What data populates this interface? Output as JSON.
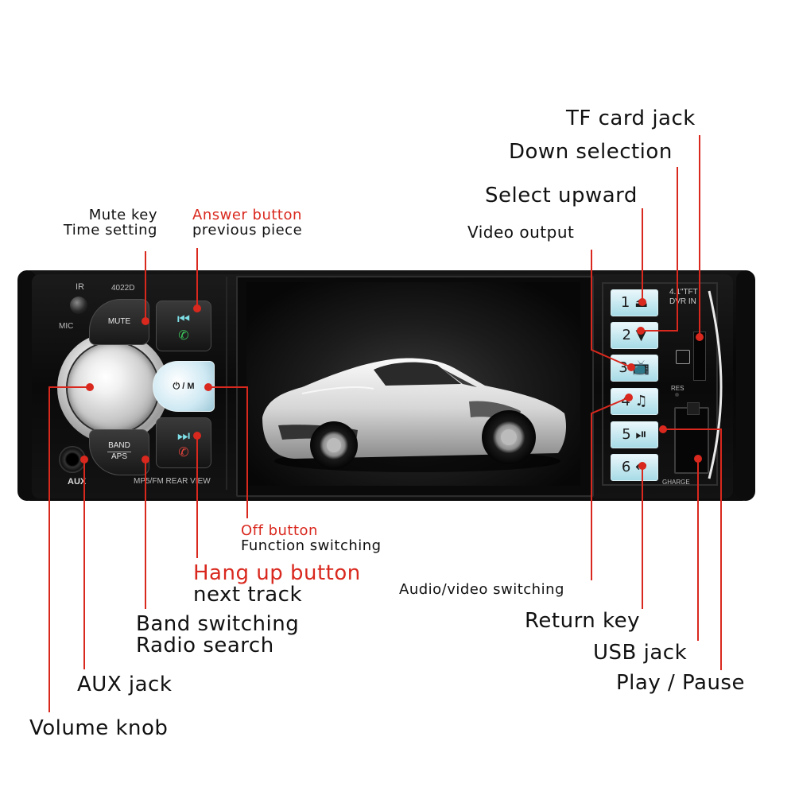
{
  "callouts": {
    "tf_card_jack": "TF card jack",
    "down_selection": "Down selection",
    "select_upward": "Select upward",
    "video_output": "Video output",
    "mute_key": "Mute key",
    "time_setting": "Time setting",
    "answer_button": "Answer button",
    "previous_piece": "previous piece",
    "off_button": "Off button",
    "function_switching": "Function switching",
    "hang_up_button": "Hang up button",
    "next_track": "next track",
    "audio_video_switching": "Audio/video switching",
    "return_key": "Return key",
    "band_switching": "Band switching",
    "radio_search": "Radio search",
    "usb_jack": "USB jack",
    "play_pause": "Play / Pause",
    "aux_jack": "AUX jack",
    "volume_knob": "Volume knob"
  },
  "device": {
    "model": "4022D",
    "ir": "IR",
    "mic": "MIC",
    "aux": "AUX",
    "mute": "MUTE",
    "band": "BAND",
    "aps": "APS",
    "power": "⏻ / M",
    "footer": "MP5/FM REAR VIEW",
    "tft_line1": "4.1\"TFT",
    "tft_line2": "DVR IN",
    "res": "RES",
    "charge": "GHARGE",
    "buttons": [
      {
        "label": "1 ⏏"
      },
      {
        "label": "2 ▼"
      },
      {
        "label": "3 📺"
      },
      {
        "label": "4 ♫"
      },
      {
        "label": "5 ⏯"
      },
      {
        "label": "6 ↩"
      }
    ],
    "prev_glyph": "⏮",
    "next_glyph": "⏭",
    "phone_glyph": "✆"
  },
  "colors": {
    "accent_red": "#d9281e",
    "button_cyan": "#a6dbe6",
    "body": "#0a0a0a"
  }
}
